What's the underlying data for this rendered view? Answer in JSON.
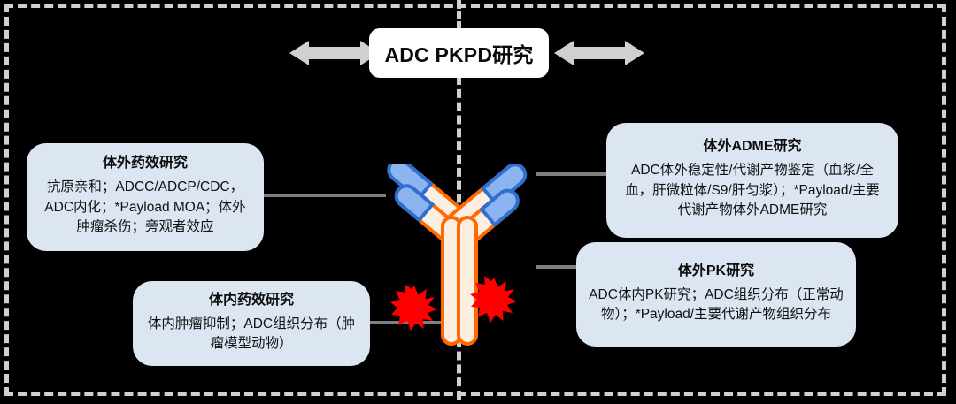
{
  "diagram": {
    "title": "ADC PKPD研究",
    "background_color": "#000000",
    "frame_color": "#d0d0d0",
    "box_fill_color": "#dce6f2",
    "connector_color": "#808080",
    "arrow_color": "#d0d0d0"
  },
  "arrows": {
    "left": "double-headed-arrow-left",
    "right": "double-headed-arrow-right"
  },
  "boxes": [
    {
      "id": "invitro-efficacy",
      "title": "体外药效研究",
      "body": "抗原亲和；ADCC/ADCP/CDC，ADC内化；*Payload MOA；体外肿瘤杀伤；旁观者效应"
    },
    {
      "id": "invivo-efficacy",
      "title": "体内药效研究",
      "body": "体内肿瘤抑制；ADC组织分布（肿瘤模型动物）"
    },
    {
      "id": "invitro-adme",
      "title": "体外ADME研究",
      "body": "ADC体外稳定性/代谢产物鉴定（血浆/全血，肝微粒体/S9/肝匀浆）；*Payload/主要代谢产物体外ADME研究"
    },
    {
      "id": "invitro-pk",
      "title": "体外PK研究",
      "body": "ADC体内PK研究；ADC组织分布（正常动物）；*Payload/主要代谢产物组织分布"
    }
  ],
  "illustration": {
    "name": "antibody-drug-conjugate",
    "variable_region_color": "#8cb4f0",
    "variable_region_outline": "#2f6fd0",
    "constant_region_color": "#fdeee2",
    "constant_region_outline": "#ff6a00",
    "payload_marker_color": "#ff0000",
    "payload_marker_count": 2
  }
}
